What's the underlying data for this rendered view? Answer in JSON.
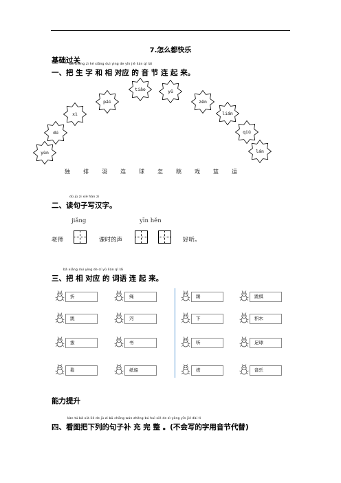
{
  "title": "7.怎么都快乐",
  "section_basic": "基础过关",
  "q1": {
    "pinyin": "bǎ shēng zì  hé xiāng duì yìng de yīn jié lián qǐ lái",
    "text": "一、把 生 字 和 相 对应 的 音 节 连 起 来。",
    "syllables": [
      "yùn",
      "dú",
      "xì",
      "pái",
      "tiào",
      "yǔ",
      "zěn",
      "lián",
      "qiú",
      "lán"
    ],
    "chars": [
      "独",
      "排",
      "羽",
      "连",
      "球",
      "怎",
      "跳",
      "戏",
      "篮",
      "运"
    ]
  },
  "q2": {
    "pinyin": "dú jù  zi  xiě hàn zì",
    "text": "二、读句子写汉字。",
    "py1": "jiǎng",
    "py2": "yīn  hěn",
    "left": "老师",
    "mid": "课时的声",
    "right": "好听。"
  },
  "q3": {
    "pinyin": "bǎ xiāng duì yìng de  cí  yǔ lián qǐ  lái",
    "text": "三、把 相 对应 的 词语 连 起 来。",
    "col1": [
      "折",
      "跳",
      "拔",
      "看"
    ],
    "col2": [
      "绳",
      "河",
      "书",
      "纸船"
    ],
    "col3": [
      "踢",
      "下",
      "听",
      "搭"
    ],
    "col4": [
      "跳棋",
      "积木",
      "足球",
      "音乐"
    ]
  },
  "section_ability": "能力提升",
  "q4": {
    "pinyin": "kàn  tú   bǎ xià liè de  jù  zi   bǔ chōng wán zhěng       bú huì xiě  de  zì yòng yīn jié dài  tì",
    "text": "四、看图把下列的句子补 充 完 整 。(不会写的字用音节代替)"
  }
}
